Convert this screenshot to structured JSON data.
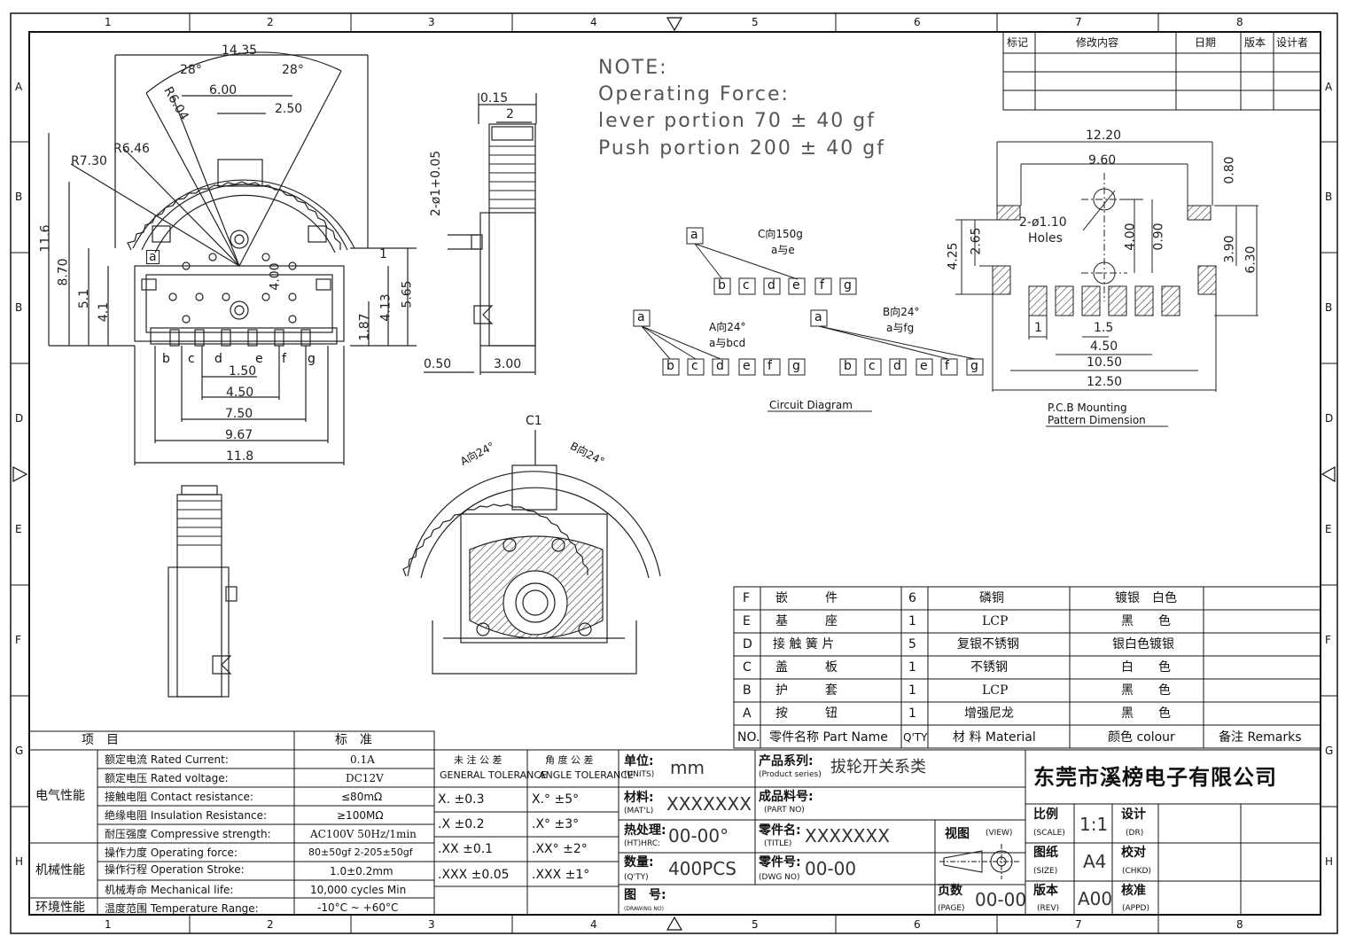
{
  "border": {
    "cols": [
      "1",
      "2",
      "3",
      "4",
      "5",
      "6",
      "7",
      "8"
    ],
    "rows_left": [
      "A",
      "B",
      "B",
      "D",
      "E",
      "F",
      "G",
      "H"
    ],
    "rows_right": [
      "A",
      "B",
      "B",
      "D",
      "E",
      "F",
      "G",
      "H"
    ]
  },
  "revision_table": {
    "headers": [
      "标记",
      "修改内容",
      "日期",
      "版本",
      "设计者"
    ]
  },
  "note": {
    "title": "NOTE:",
    "line1": "Operating Force:",
    "line2": "lever portion 70 ± 40 gf",
    "line3": "Push portion 200 ± 40 gf"
  },
  "front_view": {
    "dims": {
      "top_width": "14.35",
      "angle_left": "28°",
      "angle_right": "28°",
      "w600": "6.00",
      "w250": "2.50",
      "r604": "R6.04",
      "r646": "R6.46",
      "r730": "R7.30",
      "h116": "11.6",
      "h870": "8.70",
      "h51": "5.1",
      "h41": "4.1",
      "h400": "4.00",
      "h565": "5.65",
      "h413": "4.13",
      "h187": "1.87",
      "h1": "1",
      "b150": "1.50",
      "b450": "4.50",
      "b750": "7.50",
      "b967": "9.67",
      "b118": "11.8"
    },
    "pin_labels": [
      "b",
      "c",
      "d",
      "e",
      "f",
      "g"
    ],
    "a_label": "a"
  },
  "side_view": {
    "dims": {
      "d015": "0.15",
      "d2": "2",
      "hole": "2-ø1+0.05",
      "d050": "0.50",
      "d300": "3.00"
    }
  },
  "circuit": {
    "title": "Circuit Diagram",
    "c_dir": "C向150g",
    "c_conn": "a与e",
    "a_dir": "A向24°",
    "a_conn": "a与bcd",
    "b_dir": "B向24°",
    "b_conn": "a与fg",
    "pins": [
      "b",
      "c",
      "d",
      "e",
      "f",
      "g"
    ],
    "common": "a"
  },
  "pcb": {
    "title1": "P.C.B Mounting",
    "title2": "Pattern Dimension",
    "holes": "2-ø1.10",
    "holes2": "Holes",
    "d1220": "12.20",
    "d960": "9.60",
    "d080": "0.80",
    "d425": "4.25",
    "d265": "2.65",
    "d400": "4.00",
    "d090": "0.90",
    "d390": "3.90",
    "d630": "6.30",
    "d1": "1",
    "d15": "1.5",
    "d450": "4.50",
    "d1050": "10.50",
    "d1250": "12.50"
  },
  "section_view": {
    "c1": "C1",
    "a_angle": "A向24°",
    "b_angle": "B向24°"
  },
  "bom": {
    "rows": [
      {
        "no": "F",
        "name": "嵌　　　件",
        "qty": "6",
        "material": "磷铜",
        "colour": "镀银　白色",
        "remarks": ""
      },
      {
        "no": "E",
        "name": "基　　　座",
        "qty": "1",
        "material": "LCP",
        "colour": "黑　　色",
        "remarks": ""
      },
      {
        "no": "D",
        "name": "接 触 簧 片",
        "qty": "5",
        "material": "复银不锈钢",
        "colour": "银白色镀银",
        "remarks": ""
      },
      {
        "no": "C",
        "name": "盖　　　板",
        "qty": "1",
        "material": "不锈钢",
        "colour": "白　　色",
        "remarks": ""
      },
      {
        "no": "B",
        "name": "护　　　套",
        "qty": "1",
        "material": "LCP",
        "colour": "黑　　色",
        "remarks": ""
      },
      {
        "no": "A",
        "name": "按　　　钮",
        "qty": "1",
        "material": "增强尼龙",
        "colour": "黑　　色",
        "remarks": ""
      }
    ],
    "header": {
      "no": "NO.",
      "name": "零件名称 Part Name",
      "qty": "Q'TY",
      "material": "材 料 Material",
      "colour": "颜色  colour",
      "remarks": "备注  Remarks"
    }
  },
  "spec": {
    "header": {
      "item": "项　目",
      "std": "标　准"
    },
    "groups": [
      {
        "name": "电气性能",
        "rows": [
          {
            "label": "额定电流  Rated Current:",
            "value": "0.1A"
          },
          {
            "label": "额定电压  Rated voltage:",
            "value": "DC12V"
          },
          {
            "label": "接触电阻  Contact resistance:",
            "value": "≤80mΩ"
          },
          {
            "label": "绝缘电阻  Insulation Resistance:",
            "value": "≥100MΩ"
          },
          {
            "label": "耐压强度  Compressive strength:",
            "value": "AC100V   50Hz/1min"
          }
        ]
      },
      {
        "name": "机械性能",
        "rows": [
          {
            "label": "操作力度  Operating force:",
            "value": "80±50gf    2-205±50gf"
          },
          {
            "label": "操作行程  Operation Stroke:",
            "value": "1.0±0.2mm"
          },
          {
            "label": "机械寿命  Mechanical life:",
            "value": "10,000 cycles Min"
          }
        ]
      },
      {
        "name": "环境性能",
        "rows": [
          {
            "label": "温度范围  Temperature Range:",
            "value": "-10°C ~ +60°C"
          }
        ]
      }
    ]
  },
  "tolerance": {
    "general_cn": "未 注 公 差",
    "general_en": "GENERAL TOLERANCE",
    "angle_cn": "角 度 公 差",
    "angle_en": "ANGLE TOLERANCE",
    "rows": [
      {
        "g": "X.     ±0.3",
        "a": "X.°     ±5°"
      },
      {
        "g": ".X     ±0.2",
        "a": ".X°     ±3°"
      },
      {
        "g": ".XX    ±0.1",
        "a": ".XX°    ±2°"
      },
      {
        "g": ".XXX  ±0.05",
        "a": ".XXX    ±1°"
      }
    ]
  },
  "title_block": {
    "units_cn": "单位:",
    "units_en": "(UNITS)",
    "units_val": "mm",
    "series_cn": "产品系列:",
    "series_en": "(Product series)",
    "series_val": "拔轮开关系类",
    "company": "东莞市溪榜电子有限公司",
    "mat_cn": "材料:",
    "mat_en": "(MAT'L)",
    "mat_val": "XXXXXXX",
    "partno_cn": "成品料号:",
    "partno_en": "(PART NO)",
    "scale_cn": "比例",
    "scale_en": "(SCALE)",
    "scale_val": "1:1",
    "dr_cn": "设计",
    "dr_en": "(DR)",
    "ht_cn": "热处理:",
    "ht_en": "(HT)HRC:",
    "ht_val": "00-00°",
    "title_cn": "零件名:",
    "title_en": "(TITLE)",
    "title_val": "XXXXXXX",
    "view_cn": "视图",
    "view_en": "(VIEW)",
    "size_cn": "图纸",
    "size_en": "(SIZE)",
    "size_val": "A4",
    "chkd_cn": "校对",
    "chkd_en": "(CHKD)",
    "qty_cn": "数量:",
    "qty_en": "(Q'TY)",
    "qty_val": "400PCS",
    "dwg_cn": "零件号:",
    "dwg_en": "(DWG NO)",
    "dwg_val": "00-00",
    "page_cn": "页数",
    "page_en": "(PAGE)",
    "page_val": "00-00",
    "rev_cn": "版本",
    "rev_en": "(REV)",
    "rev_val": "A00",
    "appd_cn": "核准",
    "appd_en": "(APPD)",
    "drawing_cn": "图　号:",
    "drawing_en": "(DRAWING NO)"
  }
}
